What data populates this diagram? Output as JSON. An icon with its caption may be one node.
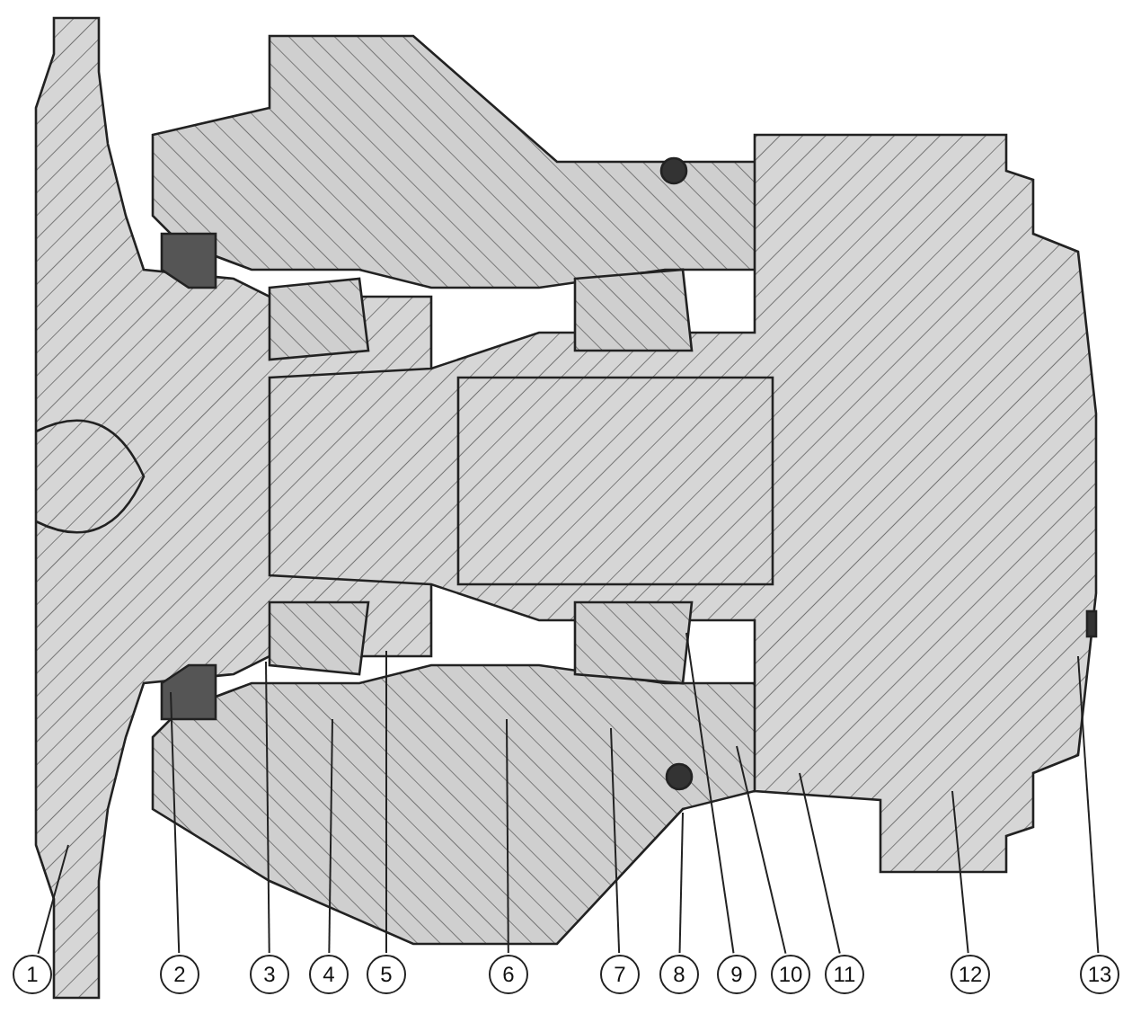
{
  "diagram": {
    "nodes": [
      {
        "text": [
          "1"
        ]
      },
      {
        "text": [
          "2"
        ]
      },
      {
        "text": [
          "3"
        ]
      },
      {
        "text": [
          "4"
        ]
      },
      {
        "text": [
          "5"
        ]
      },
      {
        "text": [
          "6"
        ]
      },
      {
        "text": [
          "7"
        ]
      },
      {
        "text": [
          "8"
        ]
      },
      {
        "text": [
          "9"
        ]
      },
      {
        "text": [
          "10"
        ]
      },
      {
        "text": [
          "11"
        ]
      },
      {
        "text": [
          "12"
        ]
      },
      {
        "text": [
          "13"
        ]
      }
    ],
    "edges": [
      {
        "from": 0,
        "to": null,
        "arrow": "none"
      },
      {
        "from": 1,
        "to": null,
        "arrow": "none"
      },
      {
        "from": 2,
        "to": null,
        "arrow": "none"
      },
      {
        "from": 3,
        "to": null,
        "arrow": "none"
      },
      {
        "from": 4,
        "to": null,
        "arrow": "none"
      },
      {
        "from": 5,
        "to": null,
        "arrow": "none"
      },
      {
        "from": 6,
        "to": null,
        "arrow": "none"
      },
      {
        "from": 7,
        "to": null,
        "arrow": "none"
      },
      {
        "from": 8,
        "to": null,
        "arrow": "none"
      },
      {
        "from": 9,
        "to": null,
        "arrow": "none"
      },
      {
        "from": 10,
        "to": null,
        "arrow": "none"
      },
      {
        "from": 11,
        "to": null,
        "arrow": "none"
      },
      {
        "from": 12,
        "to": null,
        "arrow": "none"
      }
    ]
  }
}
